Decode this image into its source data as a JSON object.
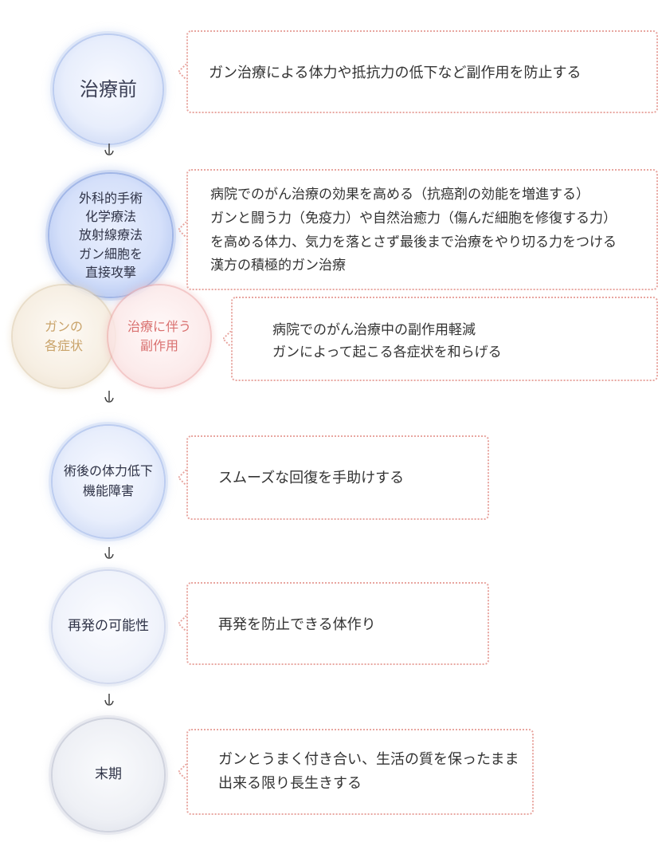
{
  "stages": [
    {
      "id": "before",
      "label": "治療前",
      "text": [
        "ガン治療による体力や抵抗力の低下など副作用を防止する"
      ]
    },
    {
      "id": "treatment",
      "label": [
        "外科的手術",
        "化学療法",
        "放射線療法",
        "ガン細胞を",
        "直接攻撃"
      ],
      "text": [
        "病院でのがん治療の効果を高める（抗癌剤の効能を増進する）",
        "ガンと闘う力（免疫力）や自然治癒力（傷んだ細胞を修復する力）",
        "を高める体力、気力を落とさず最後まで治療をやり切る力をつける",
        "漢方の積極的ガン治療"
      ]
    },
    {
      "id": "side-effects",
      "labels": {
        "symptoms": [
          "ガンの",
          "各症状"
        ],
        "side_effects": [
          "治療に伴う",
          "副作用"
        ]
      },
      "text": [
        "病院でのがん治療中の副作用軽減",
        "ガンによって起こる各症状を和らげる"
      ]
    },
    {
      "id": "post-surgery",
      "label": [
        "術後の体力低下",
        "機能障害"
      ],
      "text": [
        "スムーズな回復を手助けする"
      ]
    },
    {
      "id": "recurrence",
      "label": "再発の可能性",
      "text": [
        "再発を防止できる体作り"
      ]
    },
    {
      "id": "terminal",
      "label": "末期",
      "text": [
        "ガンとうまく付き合い、生活の質を保ったまま",
        "出来る限り長生きする"
      ]
    }
  ],
  "colors": {
    "box_border": "#e8a6a0",
    "arrow": "#444444",
    "symptoms_text": "#c9a36a",
    "side_effects_text": "#d9706f"
  }
}
